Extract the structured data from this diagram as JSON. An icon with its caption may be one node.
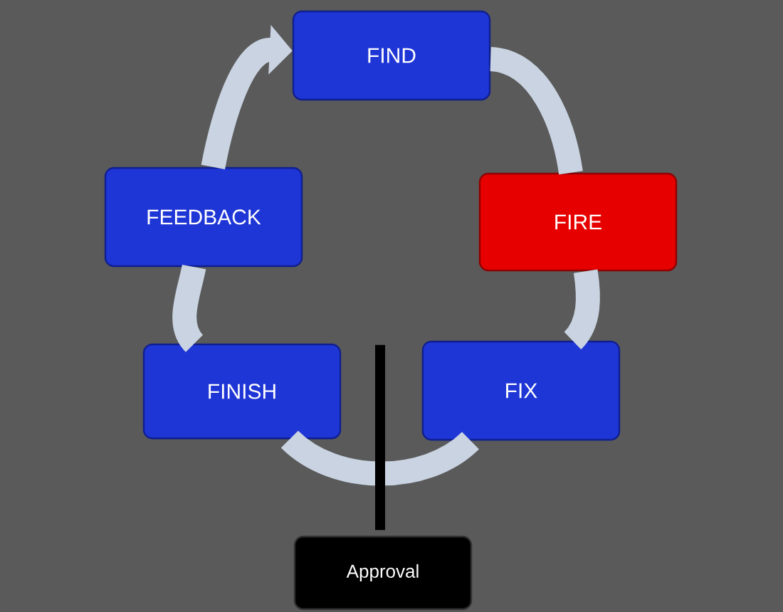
{
  "diagram": {
    "nodes": [
      {
        "text": [
          "FIND"
        ]
      },
      {
        "text": [
          "FIRE"
        ]
      },
      {
        "text": [
          "FIX"
        ]
      },
      {
        "text": [
          "FINISH"
        ]
      },
      {
        "text": [
          "FEEDBACK"
        ]
      },
      {
        "text": [
          "Approval"
        ]
      }
    ],
    "edges": [
      {
        "from": 0,
        "to": 1,
        "arrow": "none"
      },
      {
        "from": 1,
        "to": 2,
        "arrow": "none"
      },
      {
        "from": 2,
        "to": 3,
        "arrow": "none"
      },
      {
        "from": 3,
        "to": 4,
        "arrow": "none"
      },
      {
        "from": 4,
        "to": 0,
        "arrow": "to"
      },
      {
        "from": 5,
        "to": null,
        "arrow": "none",
        "color": "#000000"
      }
    ]
  }
}
